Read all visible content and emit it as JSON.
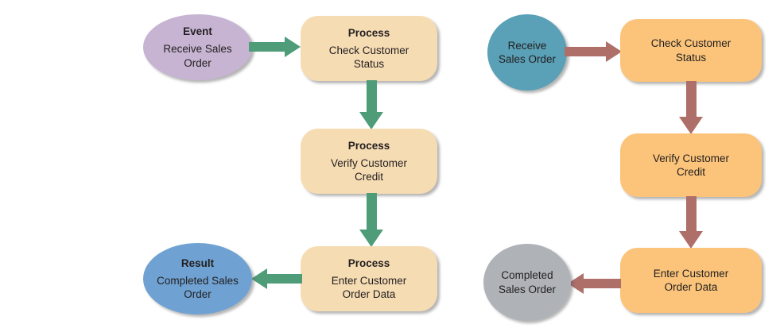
{
  "colors": {
    "left_event_fill": "#c6b4d2",
    "left_process_fill": "#f6dcb3",
    "left_result_fill": "#6fa2d2",
    "left_arrow": "#4f9c79",
    "right_start_fill": "#5aa0b6",
    "right_process_fill": "#fbc47a",
    "right_end_fill": "#afb3b8",
    "right_arrow": "#ae6f69",
    "text": "#231f20"
  },
  "left_flowchart": {
    "start": {
      "type_label": "Event",
      "label": "Receive Sales Order"
    },
    "processes": [
      {
        "type_label": "Process",
        "label": "Check Customer Status"
      },
      {
        "type_label": "Process",
        "label": "Verify Customer Credit"
      },
      {
        "type_label": "Process",
        "label": "Enter Customer Order Data"
      }
    ],
    "end": {
      "type_label": "Result",
      "label": "Completed Sales Order"
    }
  },
  "right_flowchart": {
    "start": {
      "label": "Receive Sales Order"
    },
    "processes": [
      {
        "label": "Check Customer Status"
      },
      {
        "label": "Verify Customer Credit"
      },
      {
        "label": "Enter Customer Order Data"
      }
    ],
    "end": {
      "label": "Completed Sales Order"
    }
  }
}
